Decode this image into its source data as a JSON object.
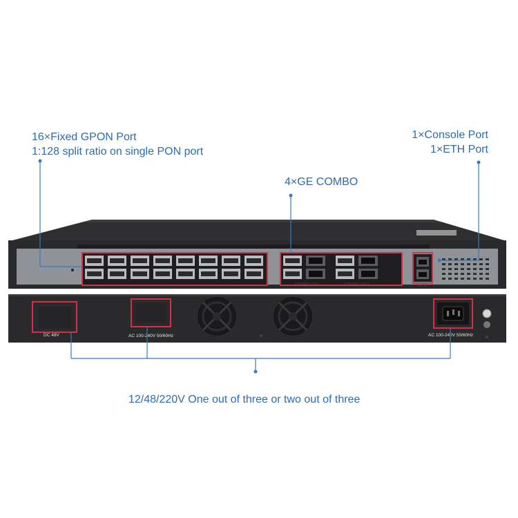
{
  "callouts": {
    "gpon_line1": "16×Fixed GPON Port",
    "gpon_line2": "1:128 split ratio on single PON port",
    "console_line1": "1×Console Port",
    "console_line2": "1×ETH Port",
    "combo": "4×GE COMBO",
    "power": "12/48/220V One out of three or two out of three"
  },
  "rear_panel": {
    "dc_label": "DC 48V",
    "ac_label_left": "AC 100-240V 50/60Hz",
    "ac_label_right": "AC 100-240V 50/60Hz"
  },
  "front_panel": {
    "combo_label_1": "COMBO GE1",
    "combo_label_2": "COMBO GE3",
    "eth_label": "ETH"
  },
  "colors": {
    "callout_text": "#2b6cb0",
    "leader_line": "#3a78c0",
    "highlight_box": "#d0324a",
    "chassis": "#2e2e2e",
    "faceplate": "#8e9195"
  }
}
